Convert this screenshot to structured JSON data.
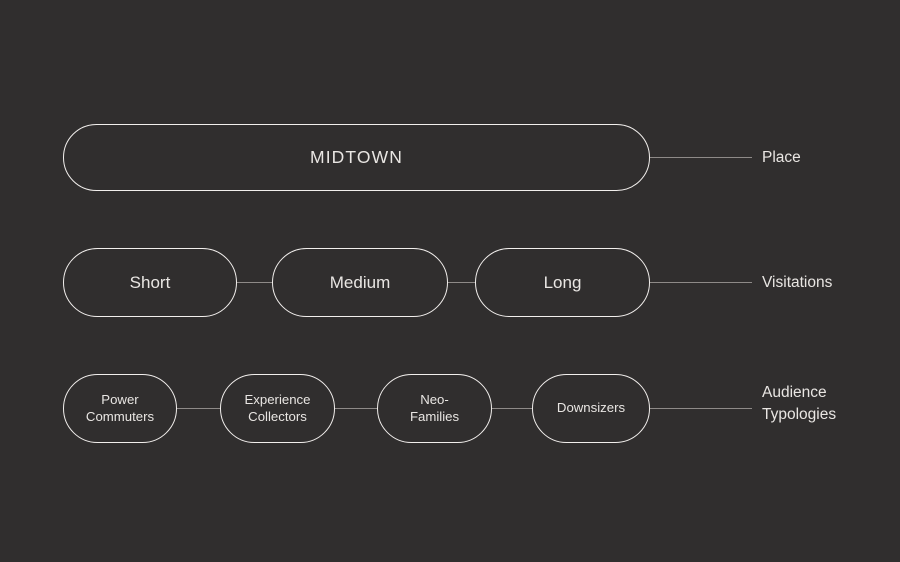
{
  "canvas": {
    "background_color": "#302e2e",
    "stroke_color": "#f2efed",
    "connector_color": "#8e8a88",
    "text_color": "#e9e6e3"
  },
  "rows": [
    {
      "category_label": "Place",
      "nodes": [
        {
          "label": "MIDTOWN"
        }
      ]
    },
    {
      "category_label": "Visitations",
      "nodes": [
        {
          "label": "Short"
        },
        {
          "label": "Medium"
        },
        {
          "label": "Long"
        }
      ]
    },
    {
      "category_label": "Audience\nTypologies",
      "nodes": [
        {
          "label": "Power\nCommuters"
        },
        {
          "label": "Experience\nCollectors"
        },
        {
          "label": "Neo-\nFamilies"
        },
        {
          "label": "Downsizers"
        }
      ]
    }
  ]
}
